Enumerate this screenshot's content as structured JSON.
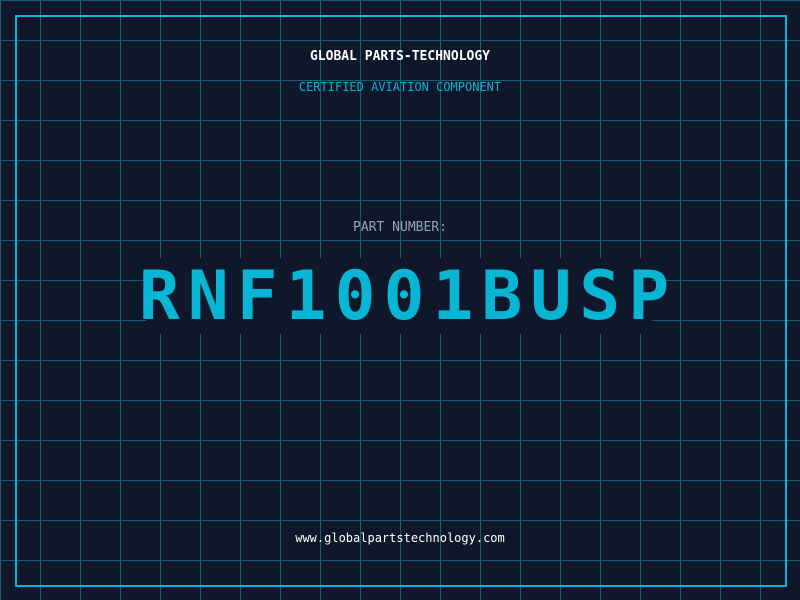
{
  "brand": "GLOBAL PARTS-TECHNOLOGY",
  "subtitle": "CERTIFIED AVIATION COMPONENT",
  "part_label": "PART NUMBER:",
  "part_number": "RNF1001BUSP",
  "website": "www.globalpartstechnology.com",
  "colors": {
    "background": "#0f172a",
    "grid": "#155e75",
    "accent": "#06b6d4"
  }
}
